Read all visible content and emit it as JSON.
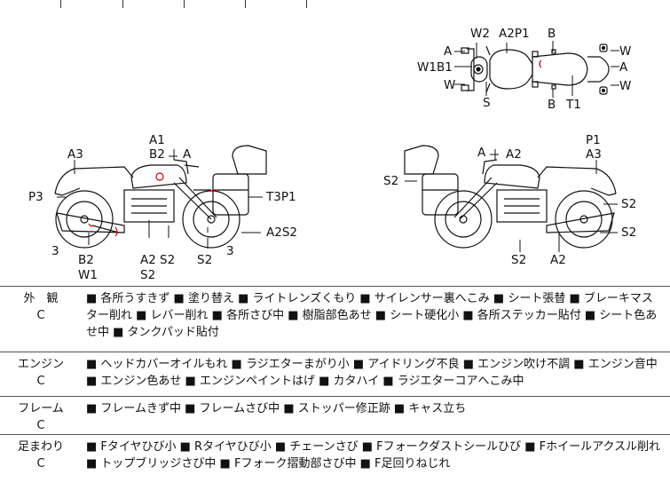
{
  "diagram_labels": {
    "top": [
      "W2",
      "A2P1",
      "B",
      "A",
      "W",
      "W1B1",
      "A",
      "W",
      "W",
      "S",
      "B",
      "T1"
    ],
    "left": [
      "A1",
      "B2",
      "A",
      "A3",
      "P3",
      "T3P1",
      "A2S2",
      "3",
      "3",
      "B2",
      "W1",
      "A2",
      "S2",
      "S2",
      "S2"
    ],
    "right": [
      "A",
      "A2",
      "P1",
      "A3",
      "S2",
      "S2",
      "S2",
      "S2",
      "A2"
    ]
  },
  "sections": [
    {
      "category": "外　観",
      "grade": "C",
      "text": "■ 各所うすきず ■ 塗り替え ■ ライトレンズくもり ■ サイレンサー裏へこみ ■ シート張替 ■ ブレーキマスター削れ ■ レバー削れ ■ 各所さび中 ■ 樹脂部色あせ ■ シート硬化小 ■ 各所ステッカー貼付 ■ シート色あせ中 ■ タンクパッド貼付"
    },
    {
      "category": "エンジン",
      "grade": "C",
      "text": "■ ヘッドカバーオイルもれ ■ ラジエターまがり小 ■ アイドリング不良 ■ エンジン吹け不調 ■ エンジン音中 ■ エンジン色あせ ■ エンジンペイントはげ ■ カタハイ ■ ラジエターコアへこみ中"
    },
    {
      "category": "フレーム",
      "grade": "C",
      "text": "■ フレームきず中 ■ フレームさび中 ■ ストッパー修正跡 ■ キャス立ち"
    },
    {
      "category": "足まわり",
      "grade": "C",
      "text": "■ Fタイヤひび小 ■ Rタイヤひび小 ■ チェーンさび ■ Fフォークダストシールひび ■ Fホイールアクスル削れ ■ トップブリッジさび中 ■ Fフォーク摺動部さび中 ■ F足回りねじれ"
    }
  ],
  "colors": {
    "line": "#111111",
    "mark": "#cc0000"
  }
}
